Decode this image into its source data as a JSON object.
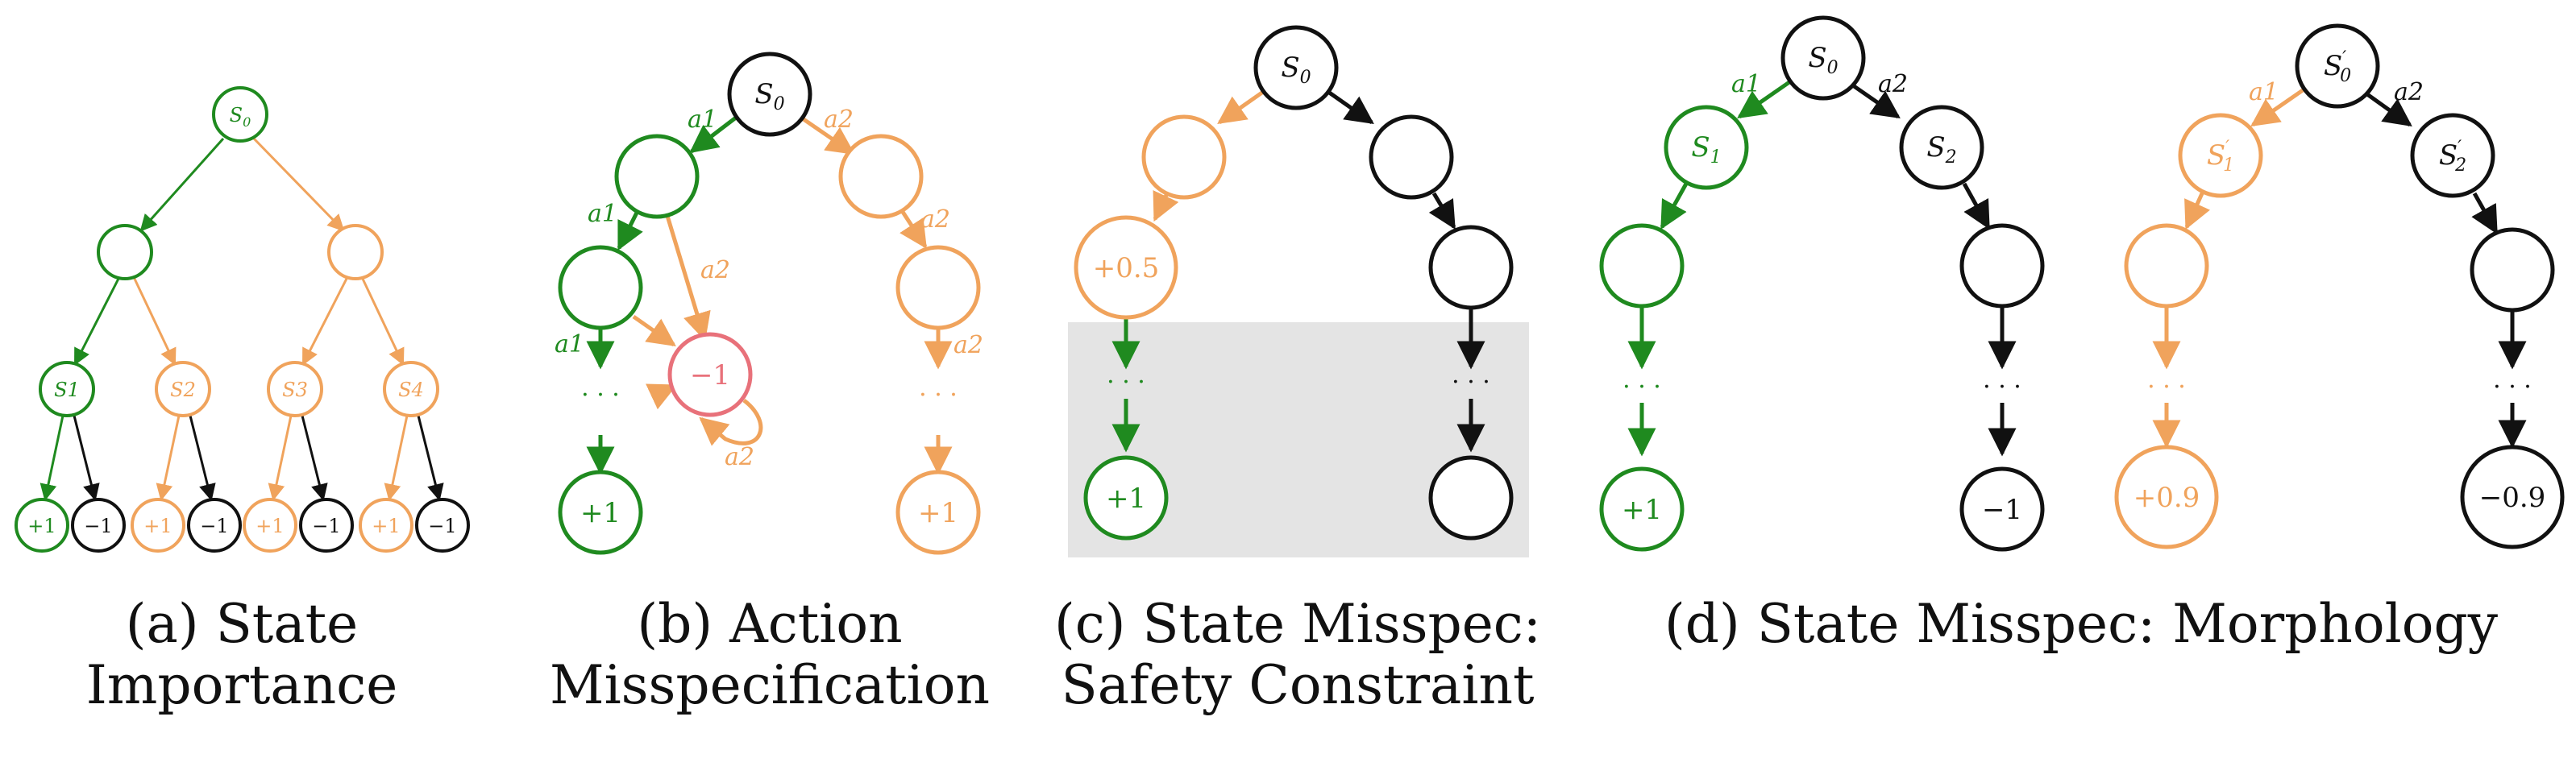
{
  "colors": {
    "green": "#1f8a1f",
    "orange": "#f0a35c",
    "black": "#111111",
    "red": "#e8717a",
    "shade": "#e4e4e4"
  },
  "symbols": {
    "dots": "· · ·",
    "s0": "S",
    "s0_sub": "0",
    "s0p_sup": "′"
  },
  "panels": [
    {
      "id": "a",
      "caption_line1": "(a) State",
      "caption_line2": "Importance",
      "nodes": [
        "s0",
        "",
        "",
        "S1",
        "S2",
        "S3",
        "S4"
      ],
      "leaves": [
        "+1",
        "−1",
        "+1",
        "−1",
        "+1",
        "−1",
        "+1",
        "−1"
      ]
    },
    {
      "id": "b",
      "caption_line1": "(b) Action",
      "caption_line2": "Misspecification",
      "actions": [
        "a1",
        "a2",
        "a1",
        "a2",
        "a1",
        "a2",
        "a2",
        "a2"
      ],
      "values": [
        "−1",
        "+1",
        "+1"
      ]
    },
    {
      "id": "c",
      "caption_line1": "(c) State Misspec:",
      "caption_line2": "Safety Constraint",
      "values": [
        "+0.5",
        "+1"
      ]
    },
    {
      "id": "d",
      "caption_line1": "(d) State Misspec: Morphology",
      "actions": [
        "a1",
        "a2",
        "a1",
        "a2"
      ],
      "values": [
        "+1",
        "−1",
        "+0.9",
        "−0.9"
      ]
    }
  ]
}
